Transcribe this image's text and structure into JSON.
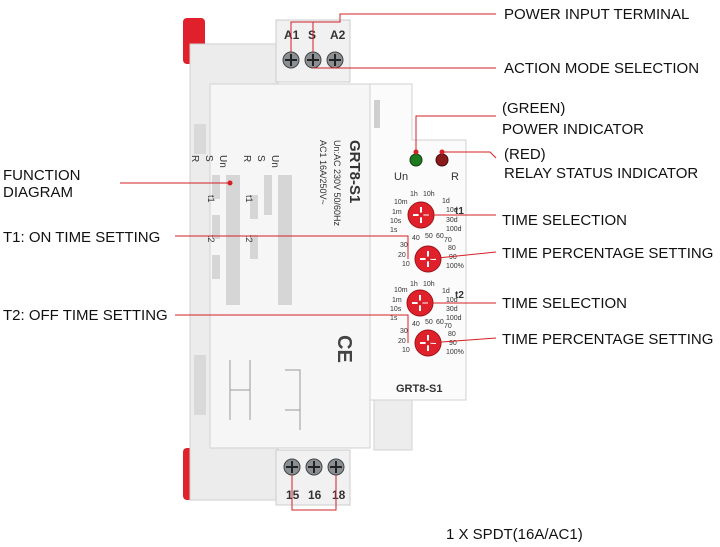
{
  "callouts": {
    "power_input_terminal": "POWER INPUT TERMINAL",
    "action_mode_selection": "ACTION MODE SELECTION",
    "green_line1": "(GREEN)",
    "green_line2": "POWER INDICATOR",
    "red_line1": "(RED)",
    "red_line2": "RELAY STATUS INDICATOR",
    "function_line1": "FUNCTION",
    "function_line2": "DIAGRAM",
    "time_selection_1": "TIME SELECTION",
    "t1_setting": "T1: ON TIME SETTING",
    "time_percentage_1": "TIME PERCENTAGE SETTING",
    "t2_setting": "T2: OFF TIME SETTING",
    "time_selection_2": "TIME SELECTION",
    "time_percentage_2": "TIME PERCENTAGE SETTING",
    "spdt": "1 X SPDT(16A/AC1)"
  },
  "device": {
    "top_terminals": [
      "A1",
      "S",
      "A2"
    ],
    "bottom_terminals": [
      "15",
      "16",
      "18"
    ],
    "model": "GRT8-S1",
    "model_bottom": "GRT8-S1",
    "spec_voltage": "Un:AC 230V 50/60Hz",
    "spec_current": "AC1 16A/250V~",
    "led_un_label": "Un",
    "led_r_label": "R",
    "dial_t1_label": "t1",
    "dial_t2_label": "t2",
    "time_scale": [
      "1h",
      "10h",
      "1d",
      "10d",
      "30d",
      "100d",
      "10m",
      "1m",
      "10s",
      "1s"
    ],
    "percent_scale": [
      "40",
      "50",
      "60",
      "70",
      "80",
      "90",
      "100%",
      "30",
      "20",
      "10"
    ],
    "diagram_row_labels": [
      "Un",
      "S",
      "R"
    ],
    "diagram_t_labels": [
      "t1",
      "t2",
      "t1",
      "t2"
    ],
    "ce_mark": "CE",
    "led_colors": {
      "green": "#1f7a1f",
      "red": "#8b1a1a"
    },
    "dial_color": "#e0212b",
    "clip_color": "#e0212b"
  }
}
